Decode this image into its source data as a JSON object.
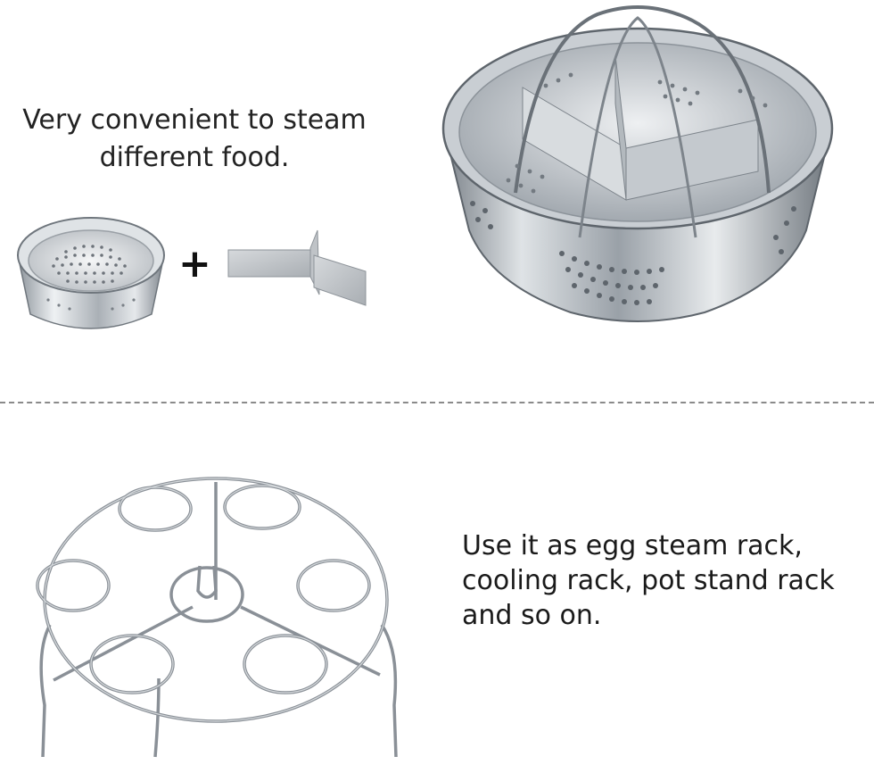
{
  "top": {
    "caption_lines": [
      "Very convenient to steam",
      "different food."
    ],
    "plus_symbol": "+"
  },
  "bottom": {
    "caption_lines": [
      "Use it as egg steam rack,",
      "cooling rack, pot stand rack",
      "and so on."
    ]
  },
  "colors": {
    "background": "#ffffff",
    "steel_light": "#e9ecef",
    "steel_mid": "#b9bec4",
    "steel_dark": "#7d848b",
    "divider": "#8a8a8a"
  }
}
